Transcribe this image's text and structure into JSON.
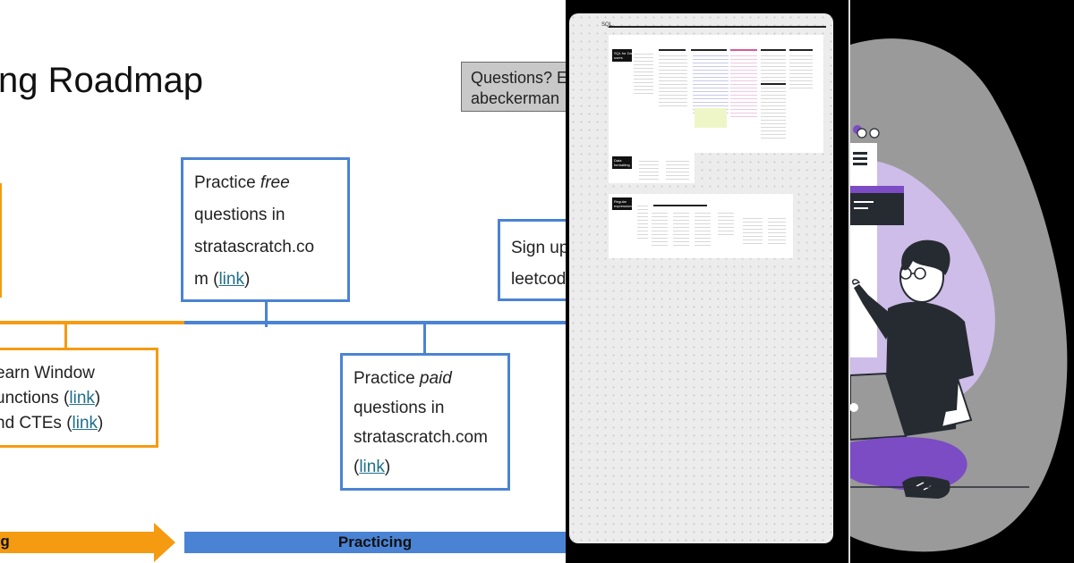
{
  "roadmap": {
    "title": "ng Roadmap",
    "questions_line1": "Questions? E",
    "questions_line2": "abeckerman",
    "free_box": {
      "prefix": "Practice ",
      "emph": "free",
      "line2": "questions in",
      "line3": "stratascratch.co",
      "line4_pre": "m (",
      "link": "link",
      "line4_post": ")"
    },
    "signup_box": {
      "line1": "Sign up",
      "line2": "leetcod"
    },
    "paid_box": {
      "prefix": "Practice ",
      "emph": "paid",
      "line2": "questions in",
      "line3": "stratascratch.com",
      "line4_pre": "(",
      "link": "link",
      "line4_post": ")"
    },
    "window_box": {
      "line1": "earn Window",
      "line2_pre": "unctions (",
      "link1": "link",
      "line2_post": ")",
      "line3_pre": "nd CTEs (",
      "link2": "link",
      "line3_post": ")"
    },
    "phase_left": "ng",
    "phase_right": "Practicing",
    "colors": {
      "blue": "#4a83d4",
      "orange": "#f49b12"
    }
  },
  "board": {
    "tag": "SQL",
    "cards": [
      {
        "label": "SQL for Data\nusers"
      },
      {
        "label": "Data\nformatting"
      },
      {
        "label": "Regular\nexpressions"
      }
    ]
  },
  "illustration": {
    "colors": {
      "gray": "#9a9a9a",
      "lavender": "#cdbde8",
      "purple": "#7b4cc4",
      "dark": "#262b31"
    }
  }
}
